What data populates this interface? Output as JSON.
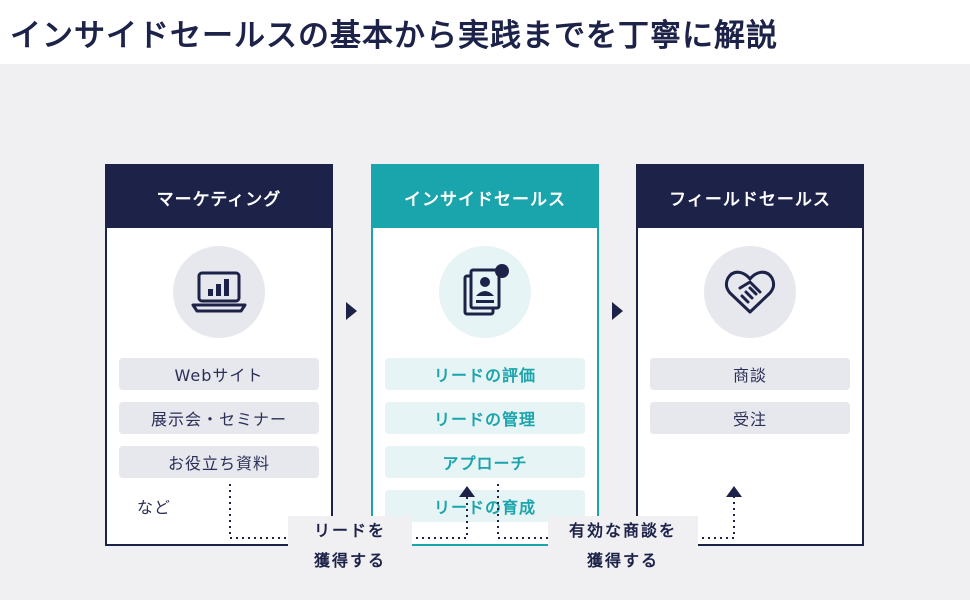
{
  "title": "インサイドセールスの基本から実践までを丁寧に解説",
  "columns": [
    {
      "heading": "マーケティング",
      "icon": "laptop-chart-icon",
      "items": [
        "Webサイト",
        "展示会・セミナー",
        "お役立ち資料"
      ],
      "note": "など"
    },
    {
      "heading": "インサイドセールス",
      "icon": "profile-document-icon",
      "items": [
        "リードの評価",
        "リードの管理",
        "アプローチ",
        "リードの育成"
      ]
    },
    {
      "heading": "フィールドセールス",
      "icon": "handshake-icon",
      "items": [
        "商談",
        "受注"
      ]
    }
  ],
  "flows": [
    {
      "line1": "リードを",
      "line2": "獲得する"
    },
    {
      "line1": "有効な商談を",
      "line2": "獲得する"
    }
  ],
  "colors": {
    "navy": "#1d2248",
    "teal": "#1aa4ab",
    "background": "#f0f0f2"
  }
}
